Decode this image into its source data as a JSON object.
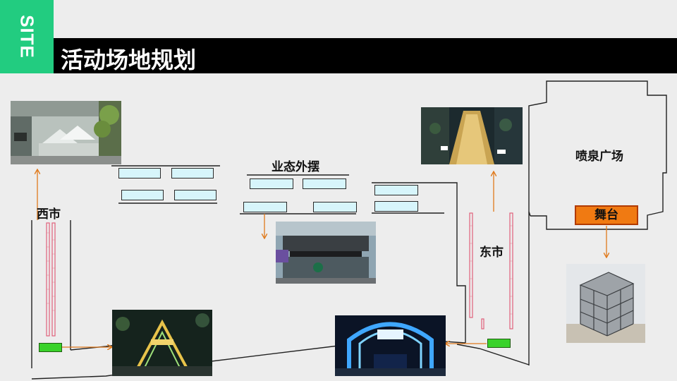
{
  "header": {
    "tab_label": "SITE",
    "title": "活动场地规划"
  },
  "zones": {
    "west_market": "西市",
    "business_display": "业态外摆",
    "east_market": "东市",
    "fountain_plaza": "喷泉广场",
    "stage": "舞台"
  },
  "colors": {
    "accent_green": "#22cc80",
    "title_bar": "#000000",
    "booth_fill": "#d7f5fb",
    "stall_strip": "#e0607a",
    "arrow": "#e07a1c",
    "stage_fill": "#f07a12",
    "entry_pad": "#39d22a"
  },
  "photos": {
    "west_mall": "mall-atrium-photo",
    "starbucks": "starbucks-storefront-photo",
    "night_market": "night-market-photo",
    "night_arch_left": "light-arch-photo",
    "light_gate_center": "light-gate-photo",
    "cube_installation": "cube-installation-photo"
  }
}
